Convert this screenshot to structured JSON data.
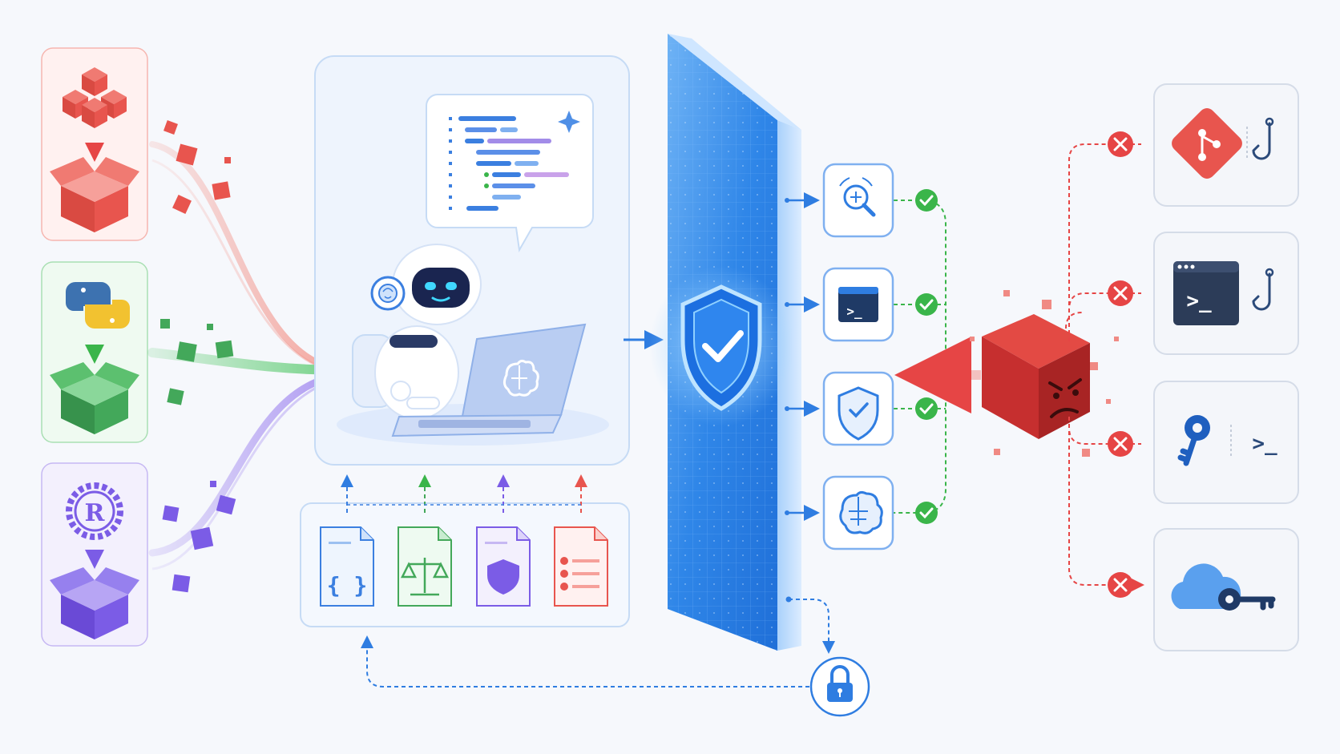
{
  "colors": {
    "background": "#f6f8fc",
    "npm": "#e8554e",
    "python": "#43a85a",
    "rust": "#7b5ce6",
    "shield": "#2f7de1",
    "check": "#3ab54a",
    "blocked": "#e64545",
    "malicious": "#c62f2f",
    "ink": "#2b4a7a"
  },
  "ecosystems": [
    {
      "icon": "package-cubes-icon",
      "color": "#e8554e"
    },
    {
      "icon": "python-logo-icon",
      "color": "#43a85a"
    },
    {
      "icon": "rust-logo-icon",
      "color": "#7b5ce6",
      "logo_letter": "R"
    }
  ],
  "agent": {
    "icon": "robot-at-laptop-icon"
  },
  "policy_docs": [
    {
      "icon": "json-braces-icon",
      "color": "#3b7fe0",
      "glyph": "{ }"
    },
    {
      "icon": "balance-scale-icon",
      "color": "#43a85a"
    },
    {
      "icon": "shield-doc-icon",
      "color": "#7b5ce6"
    },
    {
      "icon": "checklist-icon",
      "color": "#e8554e"
    }
  ],
  "checks": [
    {
      "icon": "scan-magnifier-icon",
      "status": "passed"
    },
    {
      "icon": "terminal-icon",
      "status": "passed",
      "glyph": ">_"
    },
    {
      "icon": "shield-check-icon",
      "status": "passed"
    },
    {
      "icon": "brain-icon",
      "status": "passed"
    }
  ],
  "threats": [
    {
      "icon": "git-logo-icon",
      "hook": "hook-icon",
      "status": "blocked"
    },
    {
      "icon": "terminal-window-icon",
      "hook": "hook-icon",
      "status": "blocked",
      "glyph": ">_"
    },
    {
      "icon": "key-icon",
      "secondary": "terminal-prompt-icon",
      "status": "blocked",
      "glyph": ">_"
    },
    {
      "icon": "cloud-key-icon",
      "status": "blocked"
    }
  ],
  "lock": {
    "icon": "padlock-icon"
  }
}
